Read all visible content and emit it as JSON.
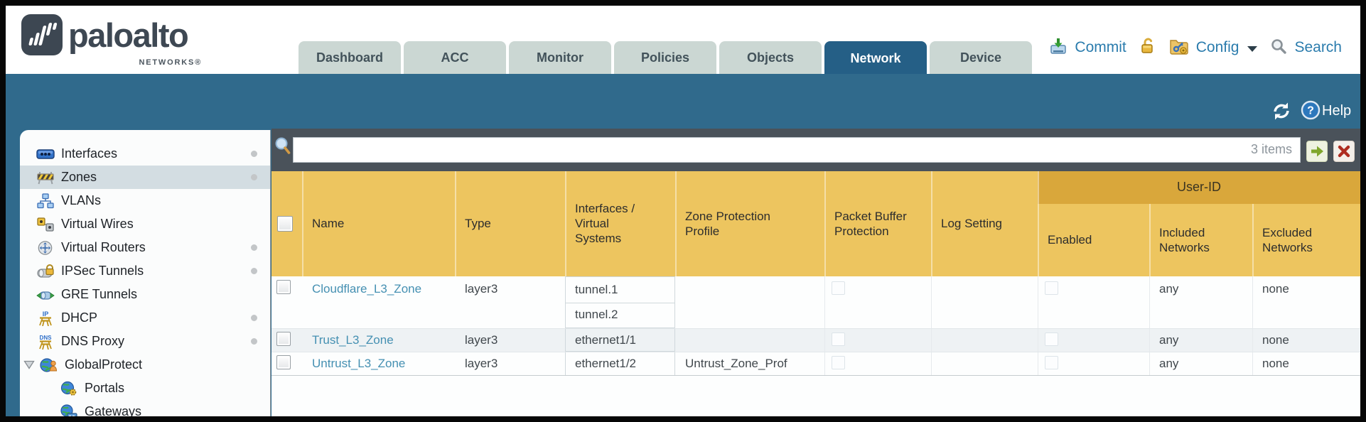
{
  "brand": {
    "name": "paloalto",
    "subtitle": "NETWORKS®"
  },
  "nav_tabs": [
    "Dashboard",
    "ACC",
    "Monitor",
    "Policies",
    "Objects",
    "Network",
    "Device"
  ],
  "active_tab": "Network",
  "toolbar": {
    "commit_label": "Commit",
    "config_label": "Config",
    "search_label": "Search"
  },
  "topbar": {
    "help_label": "Help"
  },
  "filter_bar": {
    "value": "",
    "item_count": "3 items"
  },
  "sidebar": {
    "items": [
      {
        "label": "Interfaces",
        "icon": "interfaces-icon",
        "dot": true
      },
      {
        "label": "Zones",
        "icon": "zones-icon",
        "dot": true,
        "selected": true
      },
      {
        "label": "VLANs",
        "icon": "vlans-icon"
      },
      {
        "label": "Virtual Wires",
        "icon": "virtual-wires-icon"
      },
      {
        "label": "Virtual Routers",
        "icon": "virtual-routers-icon",
        "dot": true
      },
      {
        "label": "IPSec Tunnels",
        "icon": "ipsec-tunnels-icon",
        "dot": true
      },
      {
        "label": "GRE Tunnels",
        "icon": "gre-tunnels-icon"
      },
      {
        "label": "DHCP",
        "icon": "dhcp-icon",
        "dot": true
      },
      {
        "label": "DNS Proxy",
        "icon": "dns-proxy-icon",
        "dot": true
      },
      {
        "label": "GlobalProtect",
        "icon": "globalprotect-icon",
        "expanded": true
      },
      {
        "label": "Portals",
        "icon": "portals-icon",
        "child": true
      },
      {
        "label": "Gateways",
        "icon": "gateways-icon",
        "child": true
      }
    ]
  },
  "table": {
    "group_header": "User-ID",
    "columns": {
      "name": "Name",
      "type": "Type",
      "interfaces": "Interfaces / Virtual Systems",
      "zone_protection": "Zone Protection Profile",
      "packet_buffer": "Packet Buffer Protection",
      "log_setting": "Log Setting",
      "enabled": "Enabled",
      "included": "Included Networks",
      "excluded": "Excluded Networks"
    },
    "rows": [
      {
        "name": "Cloudflare_L3_Zone",
        "type": "layer3",
        "interfaces": [
          "tunnel.1",
          "tunnel.2"
        ],
        "zone_protection_profile": "",
        "log_setting": "",
        "included_networks": "any",
        "excluded_networks": "none"
      },
      {
        "name": "Trust_L3_Zone",
        "type": "layer3",
        "interfaces": [
          "ethernet1/1"
        ],
        "zone_protection_profile": "",
        "log_setting": "",
        "included_networks": "any",
        "excluded_networks": "none"
      },
      {
        "name": "Untrust_L3_Zone",
        "type": "layer3",
        "interfaces": [
          "ethernet1/2"
        ],
        "zone_protection_profile": "Untrust_Zone_Prof",
        "log_setting": "",
        "included_networks": "any",
        "excluded_networks": "none"
      }
    ]
  },
  "colors": {
    "teal_band": "#306a8c",
    "active_tab": "#255f86",
    "table_header_gold": "#edc55f",
    "user_id_band": "#d9a73b",
    "link_blue": "#4590b2",
    "strip_gray": "#4a525a",
    "logo_slate": "#3d4752"
  }
}
